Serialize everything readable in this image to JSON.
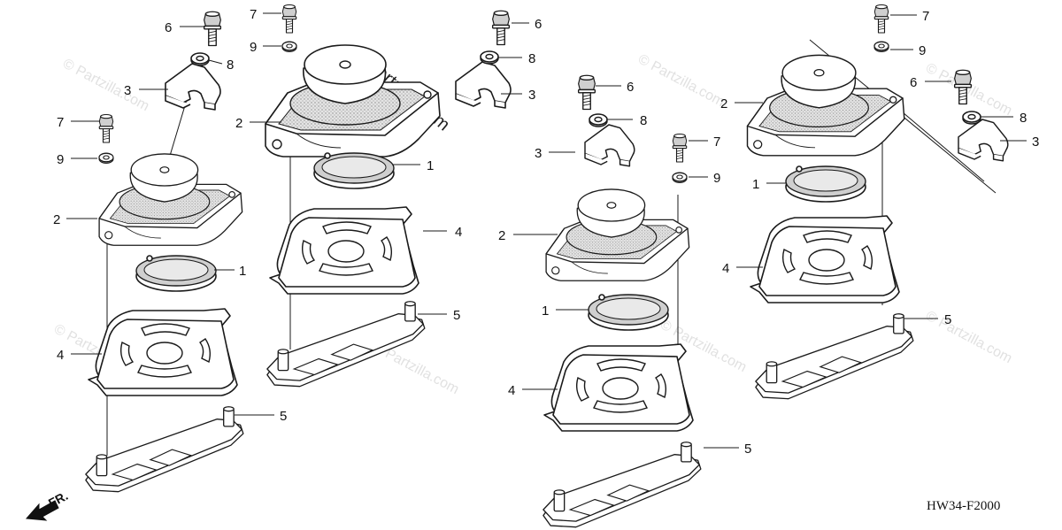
{
  "diagram": {
    "reference_code": "HW34-F2000",
    "front_indicator": "FR.",
    "watermark": "© Partzilla.com",
    "callouts": {
      "c1": "1",
      "c2": "2",
      "c3": "3",
      "c4": "4",
      "c5": "5",
      "c6": "6",
      "c7": "7",
      "c8": "8",
      "c9": "9"
    }
  }
}
